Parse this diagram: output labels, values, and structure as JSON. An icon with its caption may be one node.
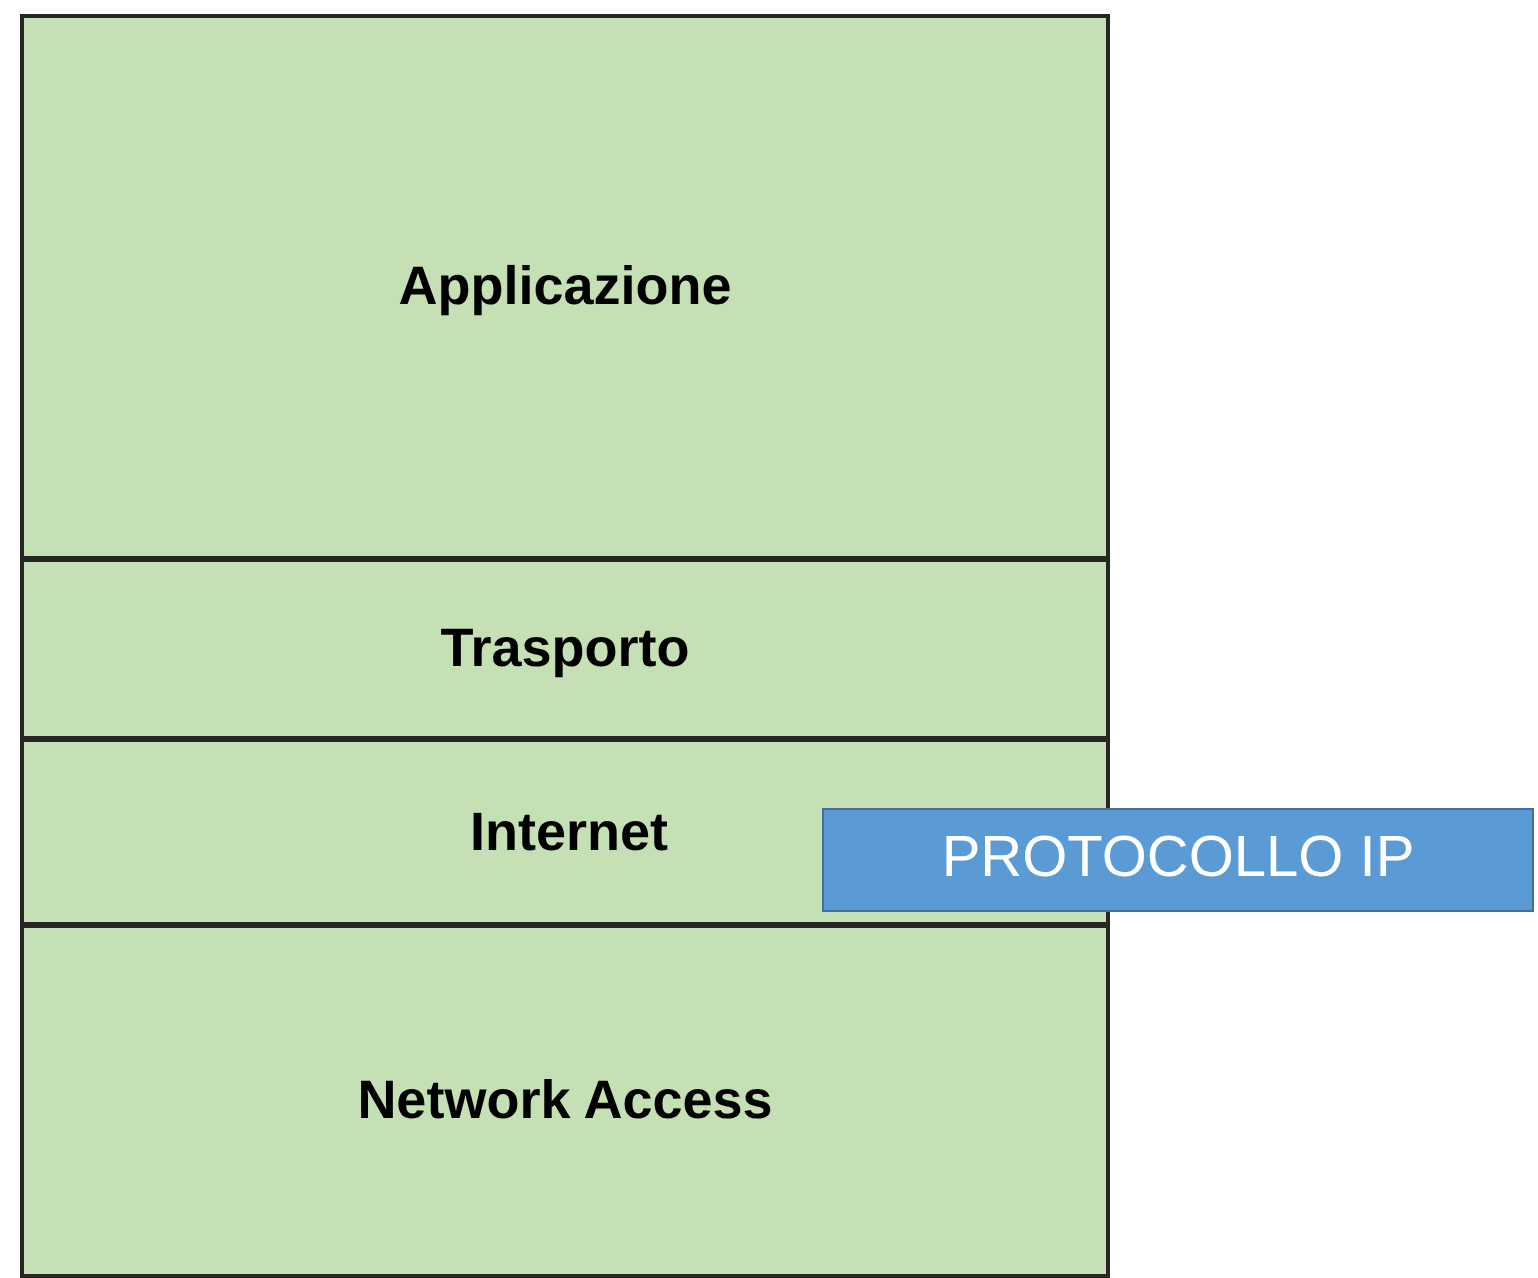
{
  "diagram": {
    "nodes": [
      {
        "text": [
          "Applicazione"
        ]
      },
      {
        "text": [
          "Trasporto"
        ]
      },
      {
        "text": [
          "Internet"
        ]
      },
      {
        "text": [
          "Network Access"
        ]
      },
      {
        "text": [
          "PROTOCOLLO IP"
        ]
      }
    ]
  }
}
